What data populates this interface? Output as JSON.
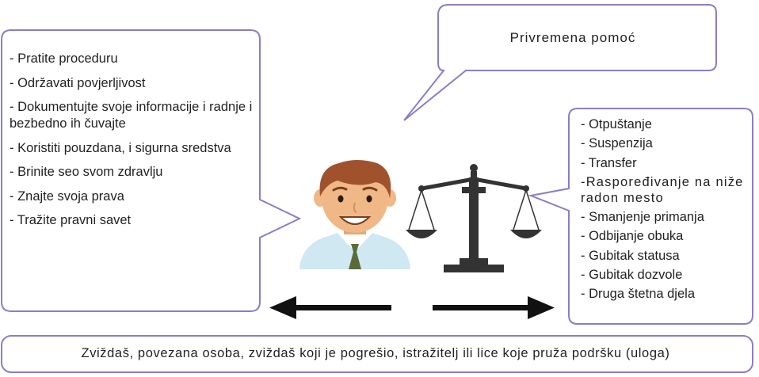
{
  "title": "Privremena pomoć",
  "left_list": [
    "- Pratite proceduru",
    "- Održavati povjerljivost",
    "- Dokumentujte svoje informacije i radnje i bezbedno ih čuvajte",
    "- Koristiti pouzdana, i sigurna sredstva",
    "- Brinite seo svom zdravlju",
    "- Znajte svoja prava",
    "- Tražite pravni savet"
  ],
  "right_list": [
    "- Otpuštanje",
    "- Suspenzija",
    "- Transfer",
    "-Raspoređivanje na niže radon mesto",
    "- Smanjenje primanja",
    "- Odbijanje obuka",
    "- Gubitak statusa",
    "- Gubitak dozvole",
    "- Druga štetna djela"
  ],
  "bottom_label": "Zviždaš, povezana osoba, zviždaš koji je pogrešio, istražitelj ili lice koje pruža podršku (uloga)",
  "colors": {
    "bubble_border": "#8e7cc3",
    "arrow": "#111111",
    "scale": "#333333",
    "skin": "#f0b886",
    "hair": "#a0522d",
    "shirt": "#cfe8f2",
    "tie": "#5a6b3a"
  },
  "icons": [
    "person-icon",
    "scale-of-justice-icon",
    "arrow-left-icon",
    "arrow-right-icon"
  ]
}
